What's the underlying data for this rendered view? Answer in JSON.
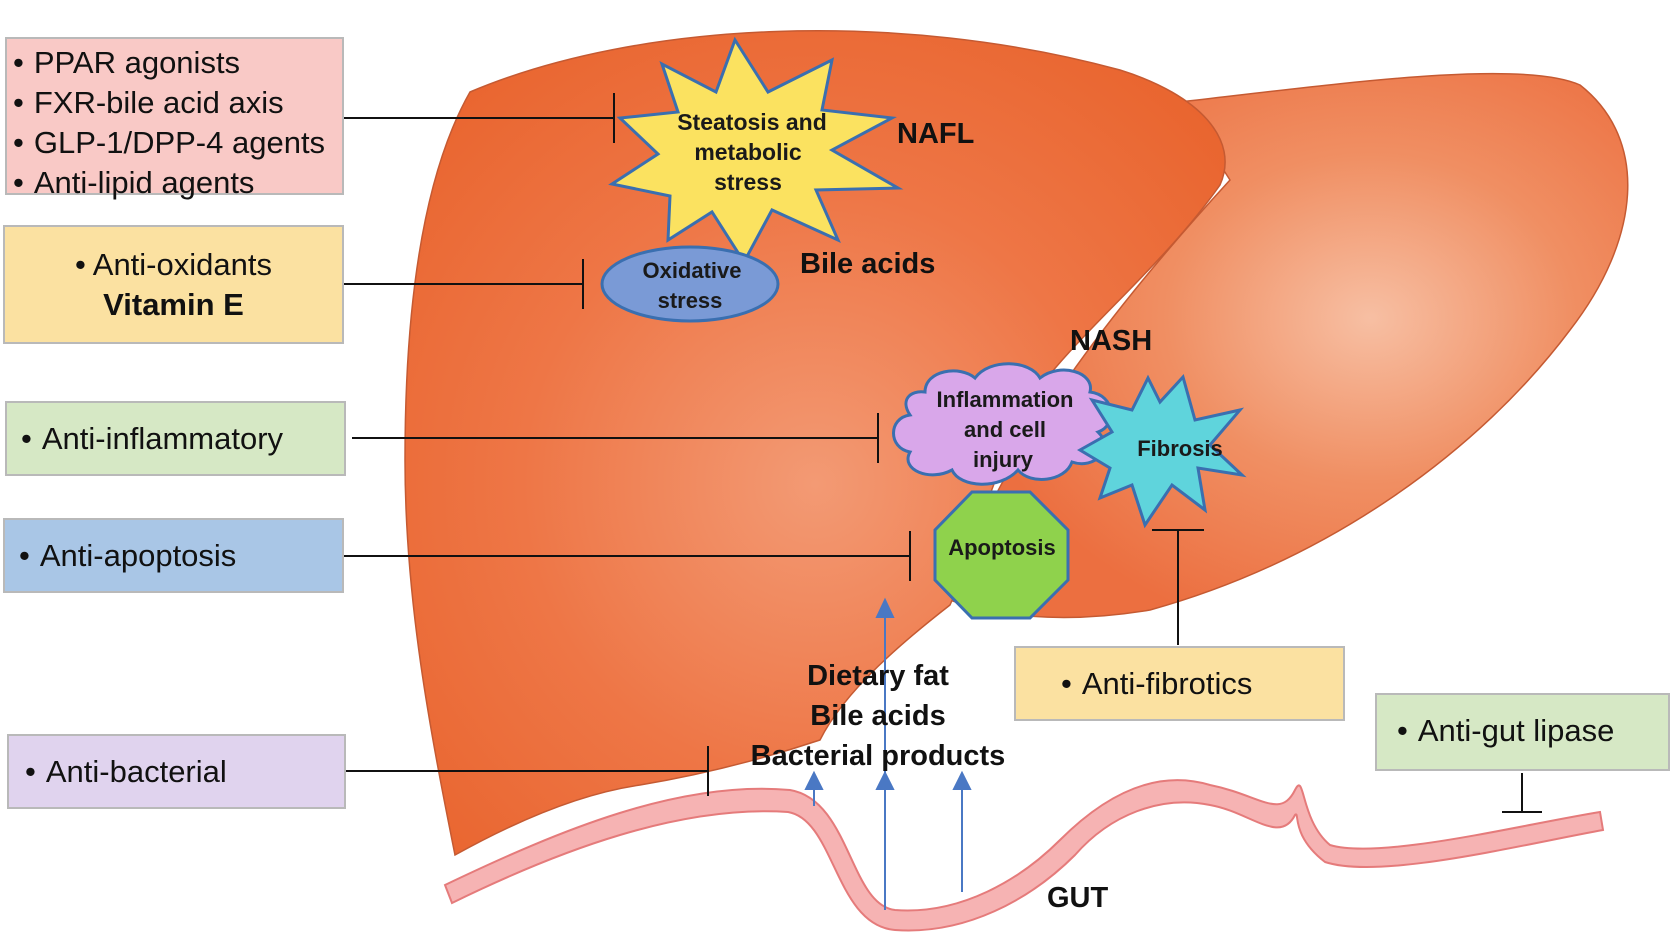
{
  "boxes": {
    "metabolic": {
      "items": [
        "PPAR agonists",
        "FXR-bile acid axis",
        "GLP-1/DPP-4 agents",
        "Anti-lipid agents"
      ],
      "color": "#f9c9c6"
    },
    "antioxidants": {
      "item": "Anti-oxidants",
      "bold": "Vitamin E",
      "color": "#fbe1a1"
    },
    "anti_inflammatory": {
      "item": "Anti-inflammatory",
      "color": "#d6e8c5"
    },
    "anti_apoptosis": {
      "item": "Anti-apoptosis",
      "color": "#a9c6e6"
    },
    "anti_fibrotics": {
      "item": "Anti-fibrotics",
      "color": "#fbe1a1"
    },
    "anti_bacterial": {
      "item": "Anti-bacterial",
      "color": "#e0d3ee"
    },
    "anti_gut_lipase": {
      "item": "Anti-gut lipase",
      "color": "#d6e8c5"
    }
  },
  "shapes": {
    "steatosis": [
      "Steatosis and",
      "metabolic",
      "stress"
    ],
    "oxidative": [
      "Oxidative",
      "stress"
    ],
    "inflammation": [
      "Inflammation",
      "and cell",
      "injury"
    ],
    "fibrosis": "Fibrosis",
    "apoptosis": "Apoptosis"
  },
  "labels": {
    "nafl": "NAFL",
    "bile_acids": "Bile acids",
    "nash": "NASH",
    "gut": "GUT",
    "gut_inputs": [
      "Dietary fat",
      "Bile acids",
      "Bacterial products"
    ]
  },
  "colors": {
    "liver": "#ec6b3a",
    "liver_highlight": "#f6b08f",
    "steatosis_fill": "#fbe260",
    "oxidative_fill": "#7a9ad6",
    "inflammation_fill": "#d9a7ea",
    "fibrosis_fill": "#5fd4dc",
    "apoptosis_fill": "#8fd24c",
    "gut_fill": "#f4a7a7",
    "arrow": "#4a78c4"
  }
}
